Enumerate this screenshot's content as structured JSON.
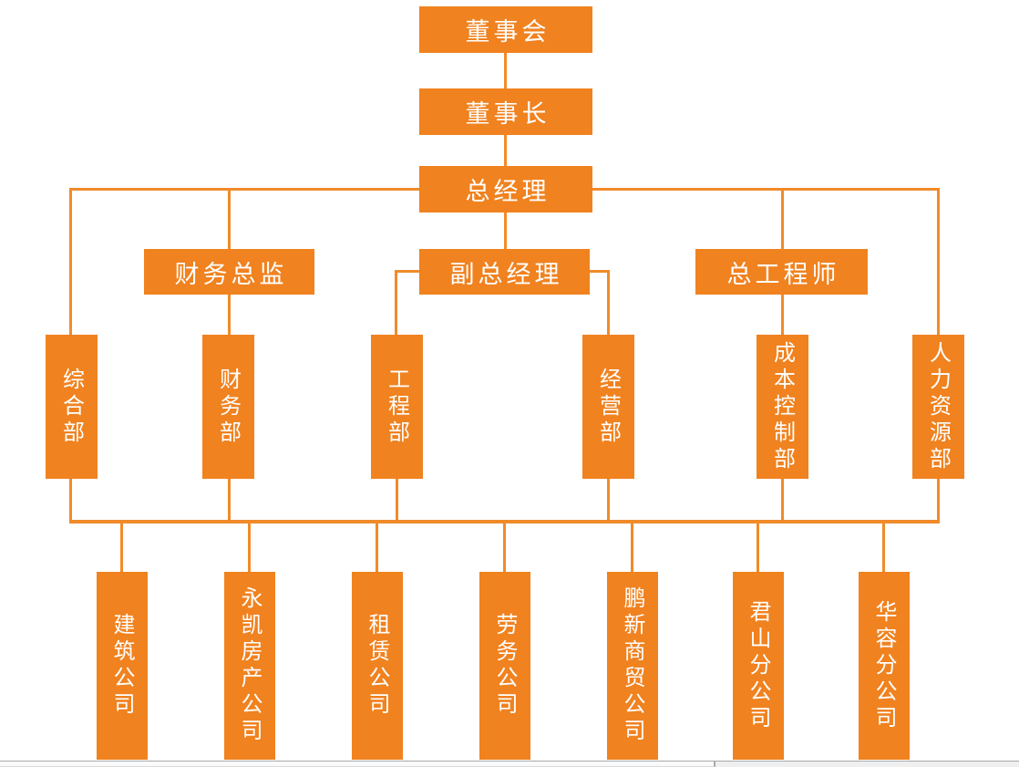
{
  "colors": {
    "node_fill": "#F0821F",
    "connector": "#F08B2A",
    "node_text": "#FFFFFF",
    "page_bg": "#FFFFFF",
    "scrollbar_track": "#EFEFEF",
    "scrollbar_thumb": "#FAFAFA",
    "scrollbar_border": "#A9A9A9"
  },
  "diagram": {
    "type": "org-chart",
    "orientation": "top-down",
    "nodes": {
      "board": {
        "label": "董事会",
        "level": 1
      },
      "chairman": {
        "label": "董事长",
        "level": 2
      },
      "general_manager": {
        "label": "总经理",
        "level": 3
      },
      "finance_director": {
        "label": "财务总监",
        "level": 4
      },
      "deputy_general_manager": {
        "label": "副总经理",
        "level": 4
      },
      "chief_engineer": {
        "label": "总工程师",
        "level": 4
      },
      "general_dept": {
        "label": "综合部",
        "level": 5
      },
      "finance_dept": {
        "label": "财务部",
        "level": 5
      },
      "engineering_dept": {
        "label": "工程部",
        "level": 5
      },
      "operations_dept": {
        "label": "经营部",
        "level": 5
      },
      "cost_control_dept": {
        "label": "成本控制部",
        "level": 5
      },
      "hr_dept": {
        "label": "人力资源部",
        "level": 5
      },
      "construction_co": {
        "label": "建筑公司",
        "level": 6
      },
      "yongkai_realty_co": {
        "label": "永凯房产公司",
        "level": 6
      },
      "leasing_co": {
        "label": "租赁公司",
        "level": 6
      },
      "labor_co": {
        "label": "劳务公司",
        "level": 6
      },
      "pengxin_trading_co": {
        "label": "鹏新商贸公司",
        "level": 6
      },
      "junshan_branch": {
        "label": "君山分公司",
        "level": 6
      },
      "huarong_branch": {
        "label": "华容分公司",
        "level": 6
      }
    },
    "edges": [
      [
        "board",
        "chairman"
      ],
      [
        "chairman",
        "general_manager"
      ],
      [
        "general_manager",
        "finance_director"
      ],
      [
        "general_manager",
        "deputy_general_manager"
      ],
      [
        "general_manager",
        "chief_engineer"
      ],
      [
        "general_manager",
        "general_dept"
      ],
      [
        "general_manager",
        "hr_dept"
      ],
      [
        "finance_director",
        "finance_dept"
      ],
      [
        "deputy_general_manager",
        "engineering_dept"
      ],
      [
        "deputy_general_manager",
        "operations_dept"
      ],
      [
        "chief_engineer",
        "cost_control_dept"
      ],
      [
        "departments_rail",
        "construction_co"
      ],
      [
        "departments_rail",
        "yongkai_realty_co"
      ],
      [
        "departments_rail",
        "leasing_co"
      ],
      [
        "departments_rail",
        "labor_co"
      ],
      [
        "departments_rail",
        "pengxin_trading_co"
      ],
      [
        "departments_rail",
        "junshan_branch"
      ],
      [
        "departments_rail",
        "huarong_branch"
      ]
    ]
  }
}
